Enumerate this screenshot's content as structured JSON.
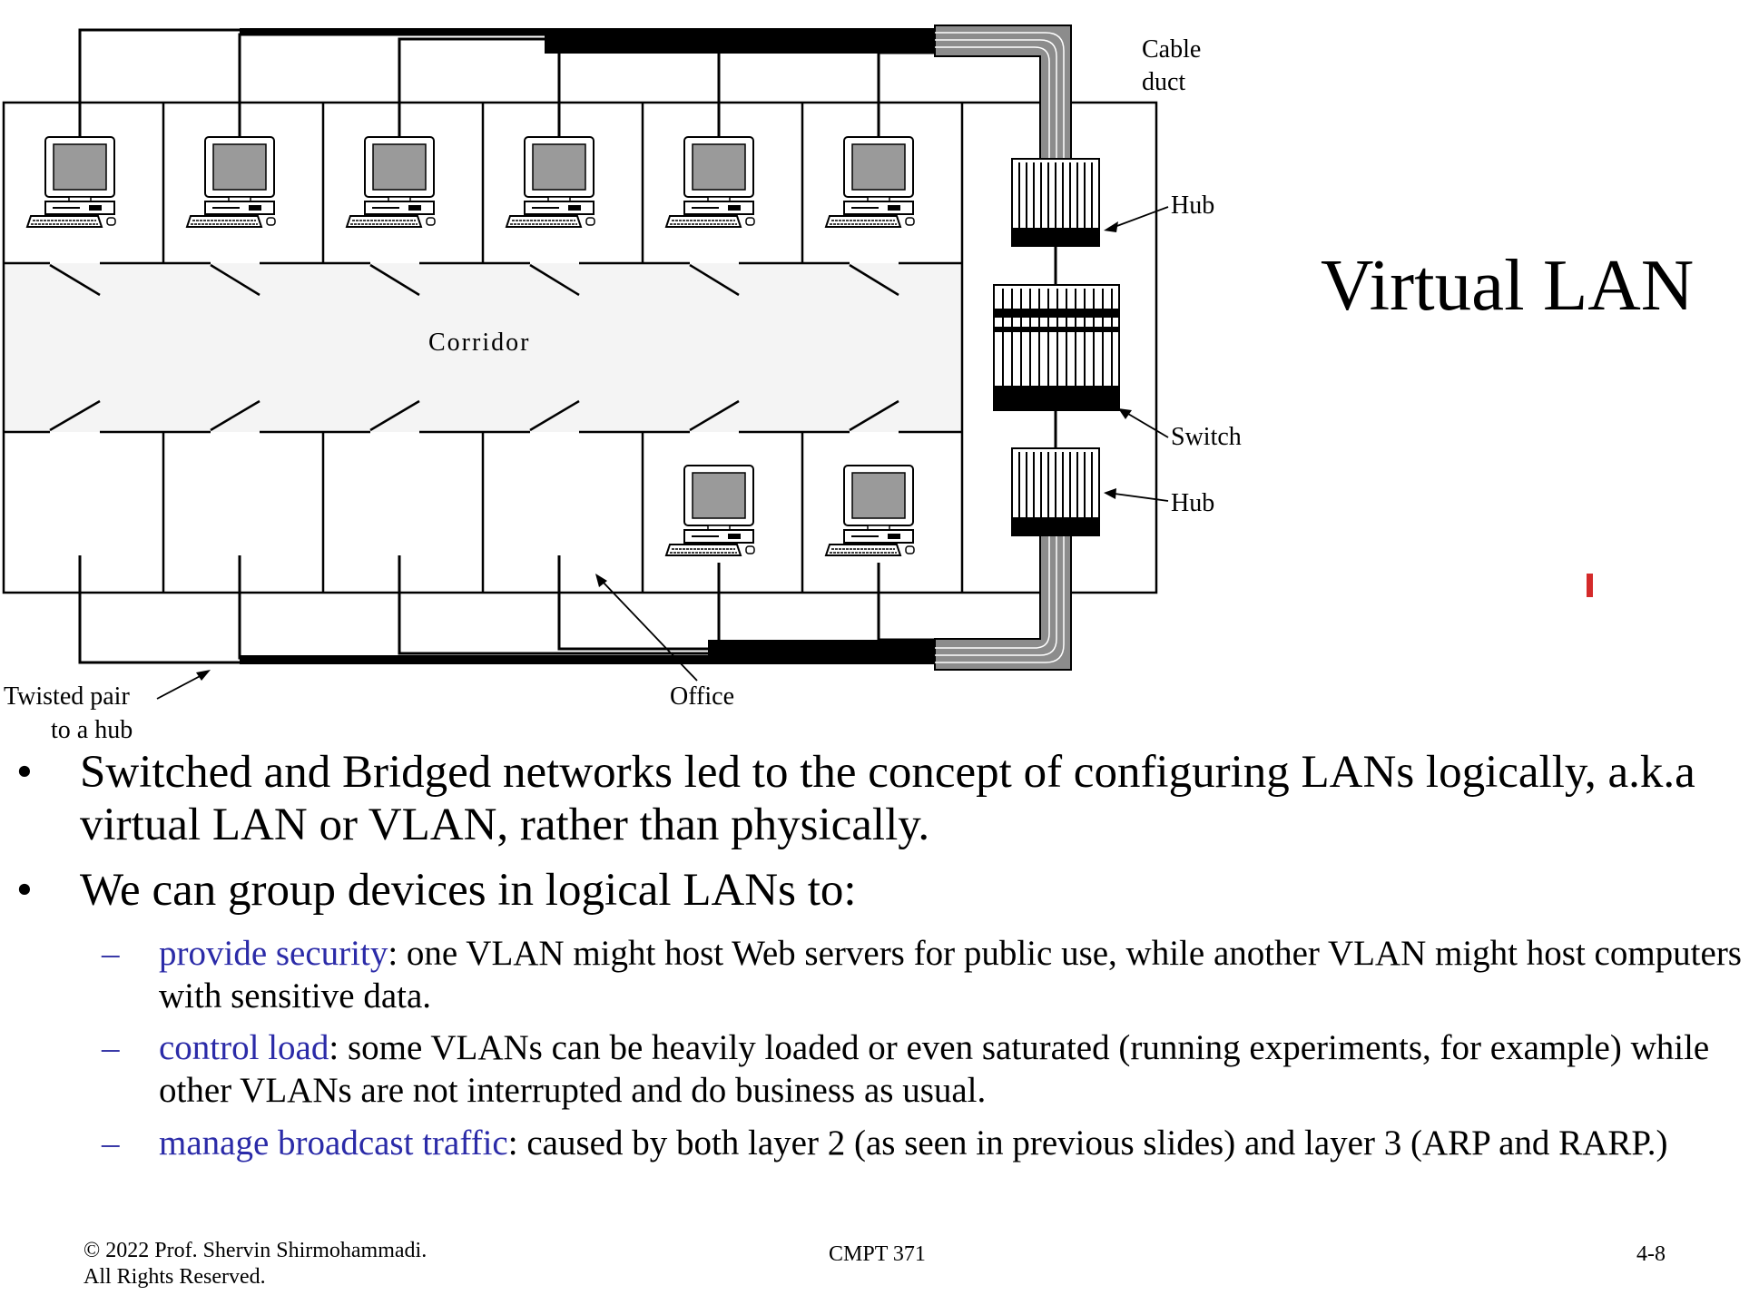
{
  "slide": {
    "title": "Virtual LAN"
  },
  "diagram": {
    "labels": {
      "cable_duct_line1": "Cable",
      "cable_duct_line2": "duct",
      "hub_top": "Hub",
      "switch": "Switch",
      "hub_bottom": "Hub",
      "corridor": "Corridor",
      "twisted_pair_line1": "Twisted pair",
      "twisted_pair_line2": "to a hub",
      "office": "Office"
    }
  },
  "bullets": [
    {
      "text": "Switched and Bridged networks led to the concept of configuring LANs logically, a.k.a virtual LAN or VLAN, rather than physically."
    },
    {
      "text": "We can group devices in logical LANs to:",
      "subitems": [
        {
          "keyword": "provide security",
          "rest": ": one VLAN might host Web servers for public use, while another VLAN might host computers with sensitive data."
        },
        {
          "keyword": "control load",
          "rest": ": some VLANs can be heavily loaded or even saturated (running experiments, for example) while other VLANs are not interrupted and do business as usual."
        },
        {
          "keyword": "manage broadcast traffic",
          "rest": ": caused by both layer 2 (as seen in previous slides) and layer 3 (ARP and RARP.)"
        }
      ]
    }
  ],
  "footer": {
    "copyright_line1": "© 2022 Prof. Shervin Shirmohammadi.",
    "copyright_line2": "All Rights Reserved.",
    "course": "CMPT 371",
    "page": "4-8"
  },
  "colors": {
    "keyword_blue": "#2b2ba8",
    "corridor_gray": "#f4f4f4",
    "cursor_red": "#d42a2a"
  }
}
